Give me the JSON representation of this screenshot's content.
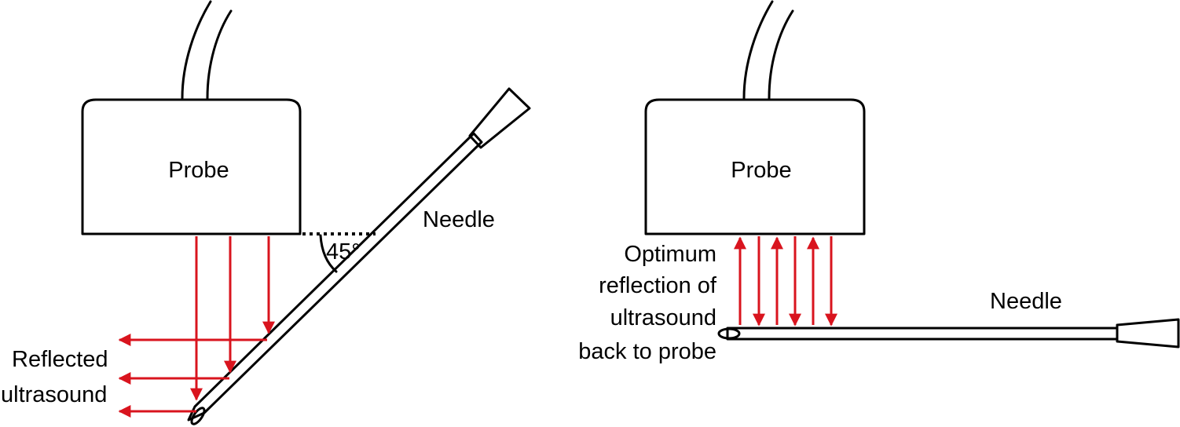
{
  "left_panel": {
    "probe_label": "Probe",
    "needle_label": "Needle",
    "angle_label": "45°",
    "reflected_label_line1": "Reflected",
    "reflected_label_line2": "ultrasound"
  },
  "right_panel": {
    "probe_label": "Probe",
    "needle_label": "Needle",
    "optimum_line1": "Optimum",
    "optimum_line2": "reflection of",
    "optimum_line3": "ultrasound",
    "optimum_line4": "back to probe"
  },
  "colors": {
    "ultrasound_arrow": "#d9141e",
    "outline": "#000000"
  }
}
